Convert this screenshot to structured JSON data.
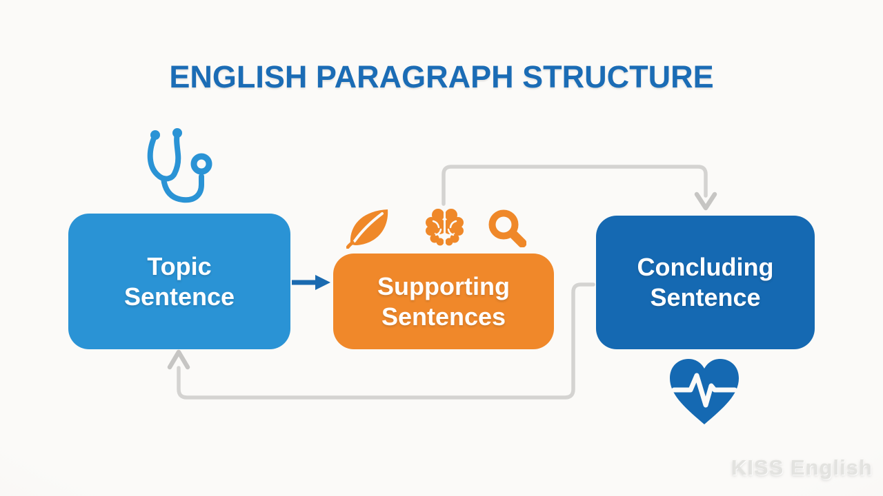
{
  "title": "ENGLISH PARAGRAPH STRUCTURE",
  "watermark": "KISS English",
  "flow": {
    "nodes": [
      {
        "id": "topic-sentence",
        "label": "Topic Sentence",
        "color": "#2a93d5"
      },
      {
        "id": "supporting-sentences",
        "label": "Supporting Sentences",
        "color": "#f0882a"
      },
      {
        "id": "concluding-sentence",
        "label": "Concluding Sentence",
        "color": "#1569b2"
      }
    ],
    "connections": [
      {
        "from": "topic-sentence",
        "to": "supporting-sentences",
        "style": "solid-blue-arrow"
      },
      {
        "from": "supporting-sentences",
        "to": "concluding-sentence",
        "style": "gray-elbow-over-top"
      },
      {
        "from": "concluding-sentence",
        "to": "topic-sentence",
        "style": "gray-elbow-under-bottom"
      }
    ]
  },
  "icons": [
    {
      "name": "stethoscope-icon",
      "color": "#2a93d5"
    },
    {
      "name": "leaf-icon",
      "color": "#ef8829"
    },
    {
      "name": "brain-icon",
      "color": "#ef8829"
    },
    {
      "name": "magnifier-icon",
      "color": "#ef8829"
    },
    {
      "name": "heart-pulse-icon",
      "color": "#1569b2"
    }
  ],
  "colors": {
    "background": "#fbfaf8",
    "title": "#1b6cb5",
    "connector_gray": "#d4d3d1",
    "flow_arrow_blue": "#1a6ab0",
    "box_text": "#ffffff"
  }
}
